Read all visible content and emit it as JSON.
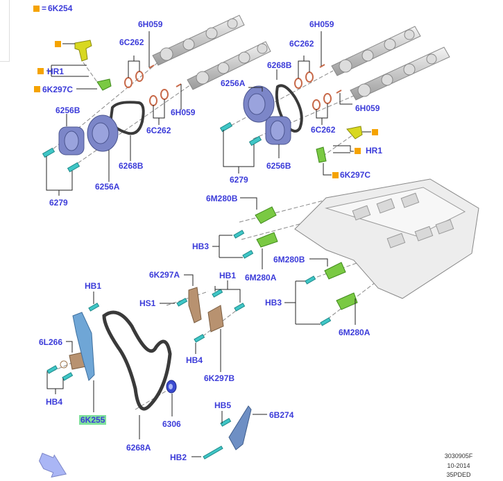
{
  "legend": {
    "symbol": "orange-square",
    "equals": "=",
    "part": "6K254"
  },
  "colors": {
    "label": "#3b3bd9",
    "leader": "#222222",
    "legend_square": "#f5a300",
    "highlight": "#7fe09c",
    "solenoid_green": "#7ac943",
    "sensor_yellow": "#d8d820",
    "bolt_cyan": "#3fc6c6",
    "sprocket_blue": "#7c86c8",
    "guide_tan": "#b89270",
    "chain": "#3a3a3a",
    "oring": "#c86a4a",
    "guide_blue": "#6fa6d6",
    "arrow": "#aab6f5"
  },
  "labels": {
    "l_6h059_1": "6H059",
    "l_6c262_1": "6C262",
    "l_6h059_2": "6H059",
    "l_6c262_2": "6C262",
    "l_6h059_3": "6H059",
    "l_6c262_3": "6C262",
    "l_6268b_1": "6268B",
    "l_6256a_1": "6256A",
    "l_6h059_4": "6H059",
    "l_6c262_4": "6C262",
    "l_6256b_1": "6256B",
    "l_6268b_2": "6268B",
    "l_6256a_2": "6256A",
    "l_6279_1": "6279",
    "l_hr1_1": "HR1",
    "l_6k297c_1": "6K297C",
    "l_6256b_2": "6256B",
    "l_6279_2": "6279",
    "l_hr1_2": "HR1",
    "l_6k297c_2": "6K297C",
    "l_6m280b_1": "6M280B",
    "l_hb3_1": "HB3",
    "l_6m280a_1": "6M280A",
    "l_6m280b_2": "6M280B",
    "l_hb3_2": "HB3",
    "l_6m280a_2": "6M280A",
    "l_6k297a": "6K297A",
    "l_hs1": "HS1",
    "l_hb1_1": "HB1",
    "l_hb4_1": "HB4",
    "l_6k297b": "6K297B",
    "l_hb1_2": "HB1",
    "l_6l266": "6L266",
    "l_hb4_2": "HB4",
    "l_6k255": "6K255",
    "l_6306": "6306",
    "l_6268a": "6268A",
    "l_hb5": "HB5",
    "l_6b274": "6B274",
    "l_hb2": "HB2"
  },
  "meta": {
    "illustration_id": "3030905F",
    "date": "10-2014",
    "code": "35PDED"
  },
  "icons": {
    "view_arrow": "view-direction-arrow-icon"
  }
}
